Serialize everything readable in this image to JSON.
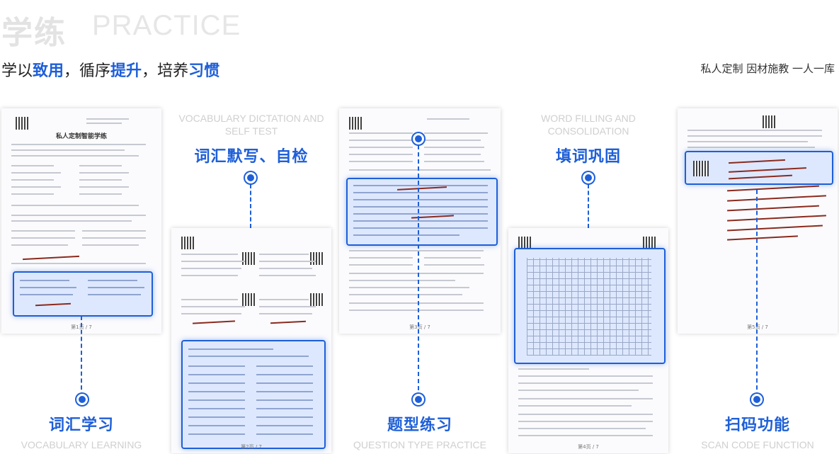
{
  "header": {
    "title_cn": "学练",
    "title_en": "PRACTICE",
    "slogan": [
      {
        "text": "学以",
        "highlight": false
      },
      {
        "text": "致用",
        "highlight": true
      },
      {
        "text": "，循序",
        "highlight": false
      },
      {
        "text": "提升",
        "highlight": true
      },
      {
        "text": "，培养",
        "highlight": false
      },
      {
        "text": "习惯",
        "highlight": true
      }
    ],
    "tagline": "私人定制 因材施教 一人一库"
  },
  "features": [
    {
      "cn": "词汇学习",
      "en": "VOCABULARY LEARNING"
    },
    {
      "cn": "词汇默写、自检",
      "en": "VOCABULARY DICTATION AND SELF TEST"
    },
    {
      "cn": "题型练习",
      "en": "QUESTION TYPE PRACTICE"
    },
    {
      "cn": "填词巩固",
      "en": "WORD FILLING AND CONSOLIDATION"
    },
    {
      "cn": "扫码功能",
      "en": "SCAN CODE FUNCTION"
    }
  ],
  "documents": {
    "doc1": {
      "title": "私人定制智能学练",
      "footer": "第1页 / 7"
    },
    "doc2": {
      "footer": "第2页 / 7"
    },
    "doc3": {
      "footer": "第3页 / 7"
    },
    "doc4": {
      "footer": "第4页 / 7"
    },
    "doc5": {
      "footer": "第5页 / 7"
    }
  },
  "colors": {
    "accent": "#1e5fd8",
    "muted": "#cfcfcf",
    "watermark": "#e3e3e3"
  }
}
